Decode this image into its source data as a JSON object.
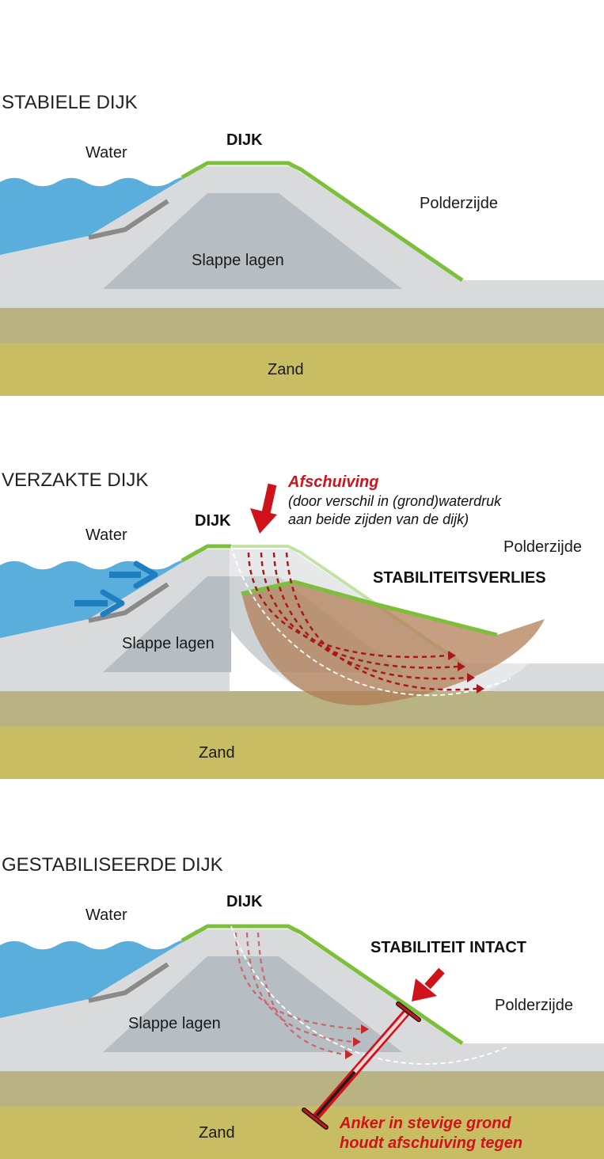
{
  "colors": {
    "water": "#5aaedb",
    "dike_fill": "#d9dadb",
    "soft_layers": "#b7bec3",
    "clay_band": "#b9b282",
    "sand": "#c9bd63",
    "grass": "#7bbf3a",
    "revetment": "#8a8a8a",
    "water_arrow": "#1f7ec0",
    "red": "#d0121b",
    "slide_mass": "#b07a52"
  },
  "icons": {
    "force_arrow": "red-down-arrow-icon",
    "water_pressure": "blue-right-arrow-icon"
  },
  "sections": [
    {
      "title": "STABIELE DIJK",
      "labels": {
        "water": "Water",
        "dike": "DIJK",
        "polder": "Polderzijde",
        "soft": "Slappe lagen",
        "sand": "Zand"
      }
    },
    {
      "title": "VERZAKTE DIJK",
      "labels": {
        "water": "Water",
        "dike": "DIJK",
        "polder": "Polderzijde",
        "soft": "Slappe lagen",
        "sand": "Zand"
      },
      "failure_title": "Afschuiving",
      "failure_note_1": "(door verschil in (grond)waterdruk",
      "failure_note_2": "aan beide zijden van de dijk)",
      "status": "STABILITEITSVERLIES"
    },
    {
      "title": "GESTABILISEERDE DIJK",
      "labels": {
        "water": "Water",
        "dike": "DIJK",
        "polder": "Polderzijde",
        "soft": "Slappe lagen",
        "sand": "Zand"
      },
      "status": "STABILITEIT INTACT",
      "anchor_1": "Anker in stevige grond",
      "anchor_2": "houdt afschuiving tegen"
    }
  ]
}
